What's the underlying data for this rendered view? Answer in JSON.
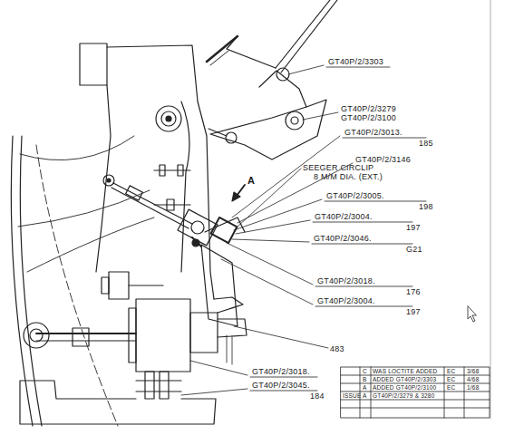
{
  "diagram": {
    "labels": [
      "GT40P/2/3303",
      "GT40P/2/3279",
      "GT40P/2/3100",
      "GT40P/2/3013.",
      "185",
      "GT40P/2/3146",
      "SEEGER CIRCLIP",
      "8 M/M DIA. (EXT.)",
      "A",
      "GT40P/2/3005.",
      "198",
      "GT40P/2/3004.",
      "197",
      "GT40P/2/3046.",
      "G21",
      "GT40P/2/3018.",
      "176",
      "GT40P/2/3004.",
      "197",
      "483",
      "GT40P/2/3018.",
      "GT40P/2/3045.",
      "184",
      "C",
      "WAS LOCTITE ADDED",
      "EC",
      "3/68",
      "B",
      "ADDED GT40P/2/3303",
      "EC",
      "4/68",
      "A",
      "ADDED GT40P/2/3100",
      "EC",
      "1/68",
      "ISSUE",
      "A",
      "GT40P/2/3279 & 3280"
    ]
  }
}
